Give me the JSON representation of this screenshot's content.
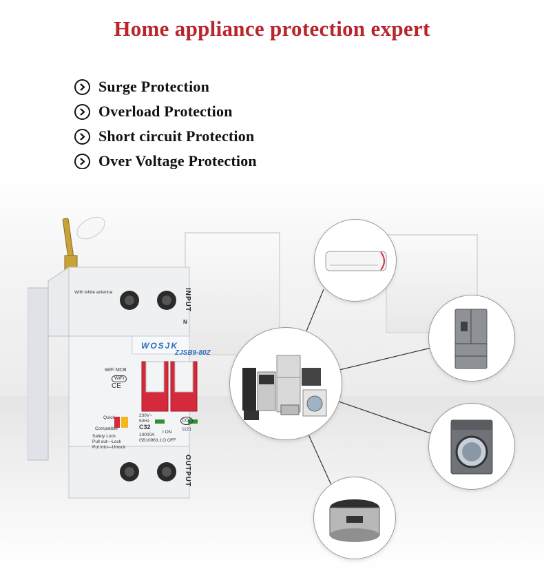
{
  "title": "Home appliance protection expert",
  "features": [
    "Surge Protection",
    "Overload Protection",
    "Short circuit Protection",
    "Over Voltage Protection"
  ],
  "breaker": {
    "antenna_note": "With white antenna",
    "input_label": "INPUT",
    "neutral_label": "N",
    "output_label": "OUTPUT",
    "brand": "WOSJK",
    "model": "ZJSB9-80Z",
    "wifi_mcb": "WiFi  MCB",
    "wifi_badge": "WiFi",
    "ce_mark": "CE",
    "quick": "Quick",
    "compatible": "Compatible",
    "safety_lock": "Safety Lock",
    "pull_out_lock": "Pull out—Lock",
    "put_into_unlock": "Put into—Unlock",
    "voltage": "230V~",
    "frequency": "50Hz",
    "rating": "C32",
    "breaking_capacity": "10000A",
    "standard": "GB10963.1",
    "on": "I ON",
    "off": "O OFF",
    "cert": "CCC",
    "cert_num": "1121"
  },
  "colors": {
    "title": "#b8262c",
    "handle": "#d52a3c",
    "brand_blue": "#2a6fb8"
  }
}
